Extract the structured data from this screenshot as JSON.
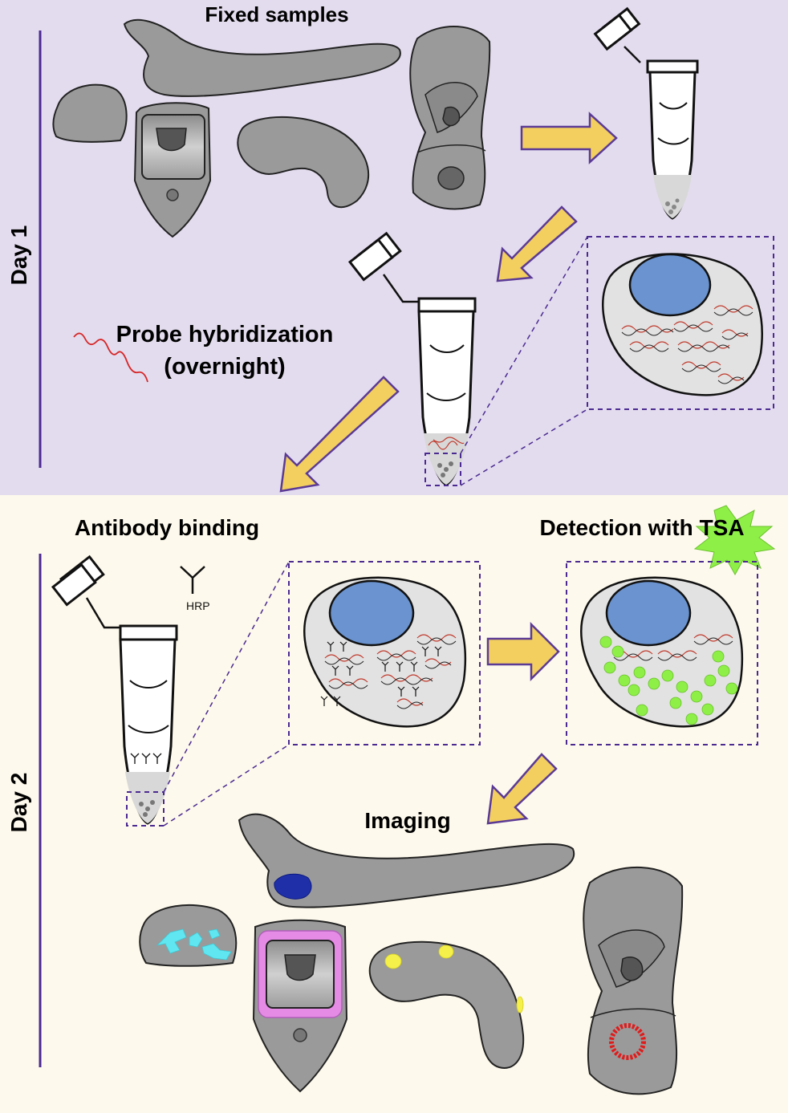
{
  "sections": {
    "day1": {
      "label": "Day 1"
    },
    "day2": {
      "label": "Day 2"
    }
  },
  "labels": {
    "fixed_samples": "Fixed samples",
    "probe_hybridization": "Probe hybridization",
    "overnight": "(overnight)",
    "antibody_binding": "Antibody binding",
    "detection_with": "Detection with ",
    "tsa": "TSA",
    "hrp": "HRP",
    "imaging": "Imaging"
  },
  "colors": {
    "day1_bg": "#e3dcee",
    "day2_bg": "#fdf9ec",
    "arrow_fill": "#f2cf5f",
    "arrow_outline": "#5b3a96",
    "nucleus": "#6a93cf",
    "probe": "#d62728",
    "tsa_signal": "#8ef046",
    "stain_blue": "#1f2fa8",
    "stain_cyan": "#5fe6f0",
    "stain_pink": "#e58be6",
    "stain_yellow": "#f5f04a",
    "stain_red": "#e01b1b"
  }
}
